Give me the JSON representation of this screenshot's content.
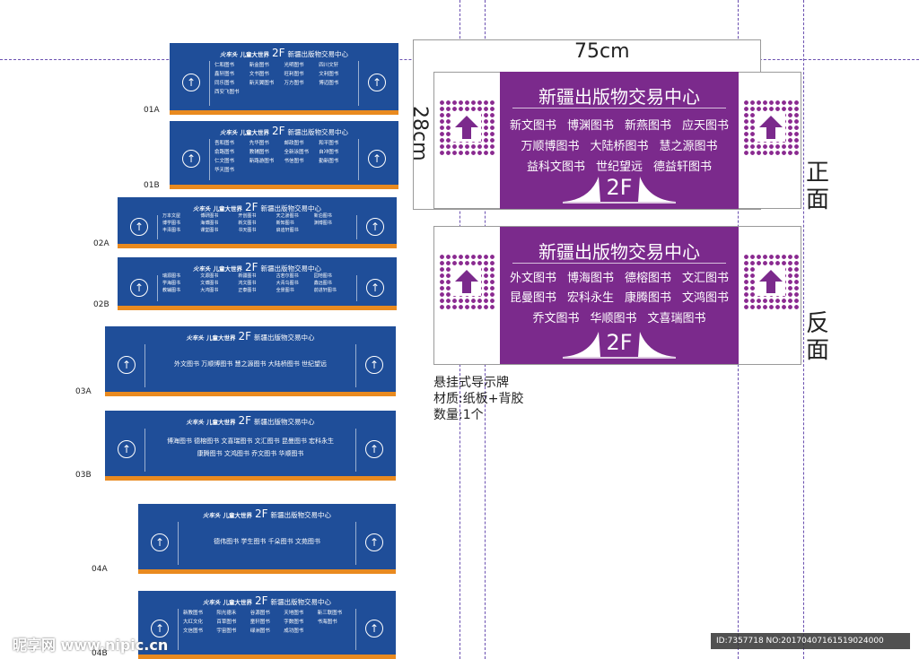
{
  "header": {
    "brand": "火车头",
    "mall": "儿童大世界",
    "floor": "2F",
    "title": "新疆出版物交易中心"
  },
  "blue_signs": [
    {
      "label": "01A",
      "stores": [
        "仁和图书",
        "新金图书",
        "光明图书",
        "四川文轩",
        "鑫轩图书",
        "文书图书",
        "旺利图书",
        "文利图书",
        "同乐图书",
        "新天翼图书",
        "万方图书",
        "博迈图书",
        "西安飞图书"
      ]
    },
    {
      "label": "01B",
      "stores": [
        "吾和图书",
        "先华图书",
        "邮政图书",
        "和平图书",
        "俞路图书",
        "教辅图书",
        "全新泳图书",
        "自冲图书",
        "仁文图书",
        "新路游图书",
        "书信图书",
        "勤新图书",
        "华天图书"
      ]
    },
    {
      "label": "02A",
      "stores": [
        "万本文屋",
        "博研图书",
        "开创图书",
        "天之骄图书",
        "新泊图书",
        "博学图书",
        "海博图书",
        "新文图书",
        "新知图书",
        "渊博图书",
        "丰泽图书",
        "课堂图书",
        "书天图书",
        "启迪轩图书"
      ]
    },
    {
      "label": "02B",
      "stores": [
        "瑞源图书",
        "文源图书",
        "新疆图书",
        "古若尔图书",
        "园地图书",
        "学海图书",
        "文博图书",
        "鸿文图书",
        "大青鸟图书",
        "鑫远图书",
        "教辅图书",
        "大鸿图书",
        "正泰图书",
        "全景图书",
        "前进轩图书"
      ]
    },
    {
      "label": "03A",
      "lines": [
        "外文图书  万顺博图书  慧之源图书  大陆桥图书  世纪望远"
      ]
    },
    {
      "label": "03B",
      "lines": [
        "博海图书 德榕图书 文喜瑞图书 文汇图书 昆曼图书 宏科永生",
        "康腾图书 文鸿图书 乔文图书 华顺图书"
      ]
    },
    {
      "label": "04A",
      "lines": [
        "德伟图书  学生图书  千朵图书  文苑图书"
      ]
    },
    {
      "label": "04B",
      "stores": [
        "新教图书",
        "阳光德禾",
        "谷源图书",
        "天地图书",
        "新三联图书",
        "大红文化",
        "百草图书",
        "童轩图书",
        "字数图书",
        "书海图书",
        "文信图书",
        "宇宙图书",
        "绿洲图书",
        "成功图书"
      ]
    }
  ],
  "purple_front": {
    "title": "新疆出版物交易中心",
    "lines": [
      [
        "新文图书",
        "博渊图书",
        "新燕图书",
        "应天图书"
      ],
      [
        "万顺博图书",
        "大陆桥图书",
        "慧之源图书"
      ],
      [
        "益科文图书",
        "世纪望远",
        "德益轩图书"
      ]
    ],
    "floor": "2F",
    "side_label": "正面"
  },
  "purple_back": {
    "title": "新疆出版物交易中心",
    "lines": [
      [
        "外文图书",
        "博海图书",
        "德榕图书",
        "文汇图书"
      ],
      [
        "昆曼图书",
        "宏科永生",
        "康腾图书",
        "文鸿图书"
      ],
      [
        "乔文图书",
        "华顺图书",
        "文喜瑞图书"
      ]
    ],
    "floor": "2F",
    "side_label": "反面"
  },
  "dimensions": {
    "width": "75cm",
    "height": "28cm"
  },
  "notes": [
    "悬挂式导示牌",
    "材质:纸板+背胶",
    "数量:1个"
  ],
  "watermark": {
    "left": "昵享网 www.nipic.cn",
    "id": "ID:7357718 NO:20170407161519024000"
  },
  "colors": {
    "blue": "#1f4e99",
    "orange": "#e98a1f",
    "purple": "#7b2a8c"
  }
}
